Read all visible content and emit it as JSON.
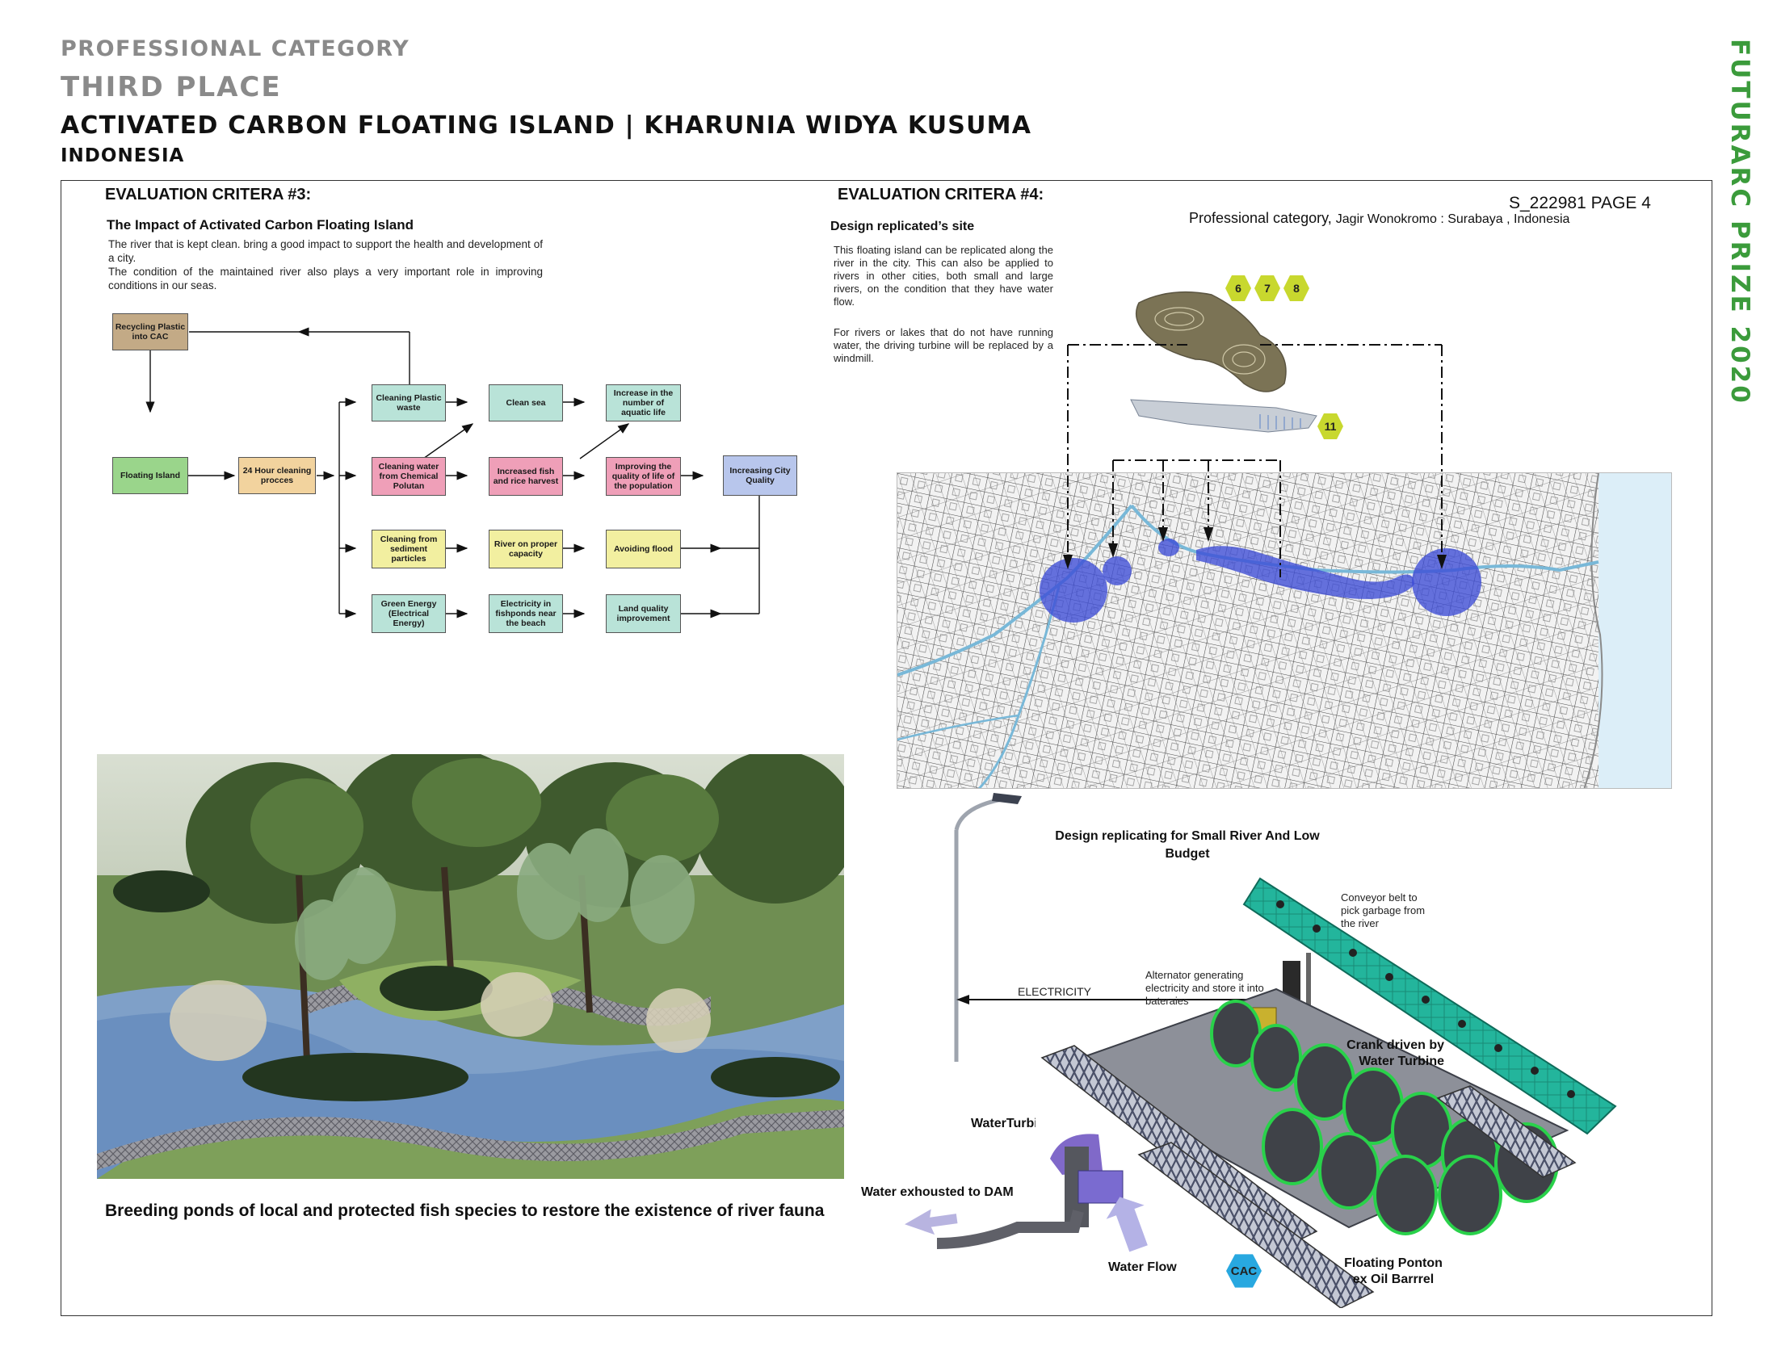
{
  "header": {
    "category": "PROFESSIONAL CATEGORY",
    "place": "THIRD PLACE",
    "title": "ACTIVATED CARBON FLOATING ISLAND | KHARUNIA WIDYA KUSUMA",
    "country": "INDONESIA",
    "prize": "FUTURARC PRIZE 2020"
  },
  "left": {
    "criteria_heading": "EVALUATION CRITERA #3:",
    "subheading": "The Impact of Activated Carbon Floating Island",
    "para1": "The river that is kept clean. bring a good impact to support the health and development of a city.",
    "para2": "The condition of the maintained river also plays a very important role in improving conditions in our seas.",
    "caption": "Breeding ponds of local and protected fish species to restore the existence of river fauna"
  },
  "flowchart": {
    "recycling": "Recycling Plastic into CAC",
    "floating_island": "Floating Island",
    "cleaning_process": "24 Hour cleaning procces",
    "cleaning_plastic": "Cleaning Plastic waste",
    "clean_sea": "Clean sea",
    "aquatic_life": "Increase in the number of aquatic life",
    "cleaning_chemical": "Cleaning water from Chemical Polutan",
    "fish_rice": "Increased fish and rice harvest",
    "quality_life": "Improving the quality of life of the population",
    "city_quality": "Increasing City Quality",
    "sediment": "Cleaning from sediment particles",
    "capacity": "River on proper capacity",
    "flood": "Avoiding flood",
    "green_energy": "Green Energy (Electrical Energy)",
    "fishponds": "Electricity in fishponds near the beach",
    "land_quality": "Land quality improvement"
  },
  "right": {
    "criteria_heading": "EVALUATION CRITERA #4:",
    "page_id": "S_222981 PAGE 4",
    "prof_category": "Professional category,",
    "location": "Jagir Wonokromo : Surabaya , Indonesia",
    "subheading": "Design replicated’s site",
    "para1": "This floating island can be replicated along the river in the city. This can also be applied to rivers in other cities, both small and large rivers, on the condition that they have water flow.",
    "para2": "For rivers or lakes that do not have running water, the driving turbine will be replaced by a windmill.",
    "markers": [
      "6",
      "7",
      "8",
      "11"
    ]
  },
  "diagram": {
    "title": "Design replicating for Small River And Low Budget",
    "conveyor": "Conveyor belt to pick garbage from the river",
    "alternator": "Alternator generating electricity and store it into bateraies",
    "electricity": "ELECTRICITY",
    "crank": "Crank driven by Water Turbine",
    "water_turbine": "WaterTurbine",
    "exhausted": "Water exhousted to DAM",
    "water_flow": "Water Flow",
    "cac": "CAC",
    "ponton": "Floating Ponton ex Oil Barrrel"
  },
  "colors": {
    "prize_green": "#3b9b3b",
    "marker_yellow": "#c8d82e",
    "cac_blue": "#28a8e0",
    "river_overlay": "#3c4bd6",
    "conveyor_teal": "#1fb59a"
  }
}
